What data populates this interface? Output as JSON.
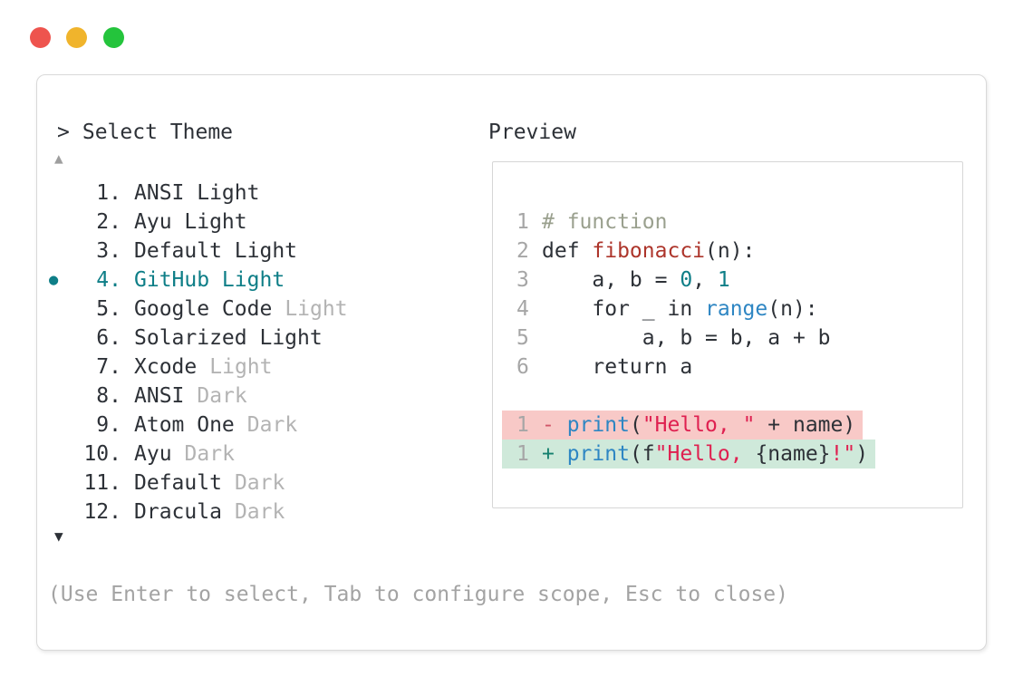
{
  "window": {
    "traffic_lights": [
      {
        "name": "close",
        "color": "#ee544e"
      },
      {
        "name": "minimize",
        "color": "#f0b42c"
      },
      {
        "name": "zoom",
        "color": "#24c43c"
      }
    ]
  },
  "header": {
    "prompt_symbol": ">",
    "title": "Select Theme",
    "preview_label": "Preview"
  },
  "theme_list": {
    "scroll_up_symbol": "▲",
    "scroll_down_symbol": "▼",
    "selected_number": 4,
    "selected_color": "#0e7e87",
    "items": [
      {
        "number": "1.",
        "name": "ANSI Light",
        "muted": ""
      },
      {
        "number": "2.",
        "name": "Ayu Light",
        "muted": ""
      },
      {
        "number": "3.",
        "name": "Default Light",
        "muted": ""
      },
      {
        "number": "4.",
        "name": "GitHub Light",
        "muted": "",
        "selected": true,
        "bullet": "●"
      },
      {
        "number": "5.",
        "name": "Google Code",
        "muted": "Light"
      },
      {
        "number": "6.",
        "name": "Solarized Light",
        "muted": ""
      },
      {
        "number": "7.",
        "name": "Xcode",
        "muted": "Light"
      },
      {
        "number": "8.",
        "name": "ANSI",
        "muted": "Dark"
      },
      {
        "number": "9.",
        "name": "Atom One",
        "muted": "Dark"
      },
      {
        "number": "10.",
        "name": "Ayu",
        "muted": "Dark"
      },
      {
        "number": "11.",
        "name": "Default",
        "muted": "Dark"
      },
      {
        "number": "12.",
        "name": "Dracula",
        "muted": "Dark"
      }
    ]
  },
  "preview": {
    "code_lines": [
      {
        "num": "1",
        "tokens": [
          {
            "text": "# function",
            "style": "comment"
          }
        ]
      },
      {
        "num": "2",
        "tokens": [
          {
            "text": "def ",
            "style": "fg"
          },
          {
            "text": "fibonacci",
            "style": "func"
          },
          {
            "text": "(n):",
            "style": "fg"
          }
        ]
      },
      {
        "num": "3",
        "tokens": [
          {
            "text": "    a, b = ",
            "style": "fg"
          },
          {
            "text": "0",
            "style": "number"
          },
          {
            "text": ", ",
            "style": "fg"
          },
          {
            "text": "1",
            "style": "number"
          }
        ]
      },
      {
        "num": "4",
        "tokens": [
          {
            "text": "    for _ in ",
            "style": "fg"
          },
          {
            "text": "range",
            "style": "builtin"
          },
          {
            "text": "(n):",
            "style": "fg"
          }
        ]
      },
      {
        "num": "5",
        "tokens": [
          {
            "text": "        a, b = b, a + b",
            "style": "fg"
          }
        ]
      },
      {
        "num": "6",
        "tokens": [
          {
            "text": "    return a",
            "style": "fg"
          }
        ]
      }
    ],
    "diff_lines": [
      {
        "num": "1",
        "type": "removed",
        "tokens": [
          {
            "text": "- ",
            "style": "minus"
          },
          {
            "text": "print",
            "style": "builtin"
          },
          {
            "text": "(",
            "style": "fg"
          },
          {
            "text": "\"Hello, \"",
            "style": "string"
          },
          {
            "text": " + name)",
            "style": "fg"
          }
        ]
      },
      {
        "num": "1",
        "type": "added",
        "tokens": [
          {
            "text": "+ ",
            "style": "plus"
          },
          {
            "text": "print",
            "style": "builtin"
          },
          {
            "text": "(f",
            "style": "fg"
          },
          {
            "text": "\"Hello, ",
            "style": "string"
          },
          {
            "text": "{name}",
            "style": "fg"
          },
          {
            "text": "!\"",
            "style": "string"
          },
          {
            "text": ")",
            "style": "fg"
          }
        ]
      }
    ],
    "diff_colors": {
      "removed_bg": "#f8c9c7",
      "added_bg": "#cfe9da"
    }
  },
  "help": {
    "text": "(Use Enter to select, Tab to configure scope, Esc to close)"
  },
  "syntax_colors": {
    "foreground": "#2d3137",
    "comment": "#9aa08e",
    "function": "#ad352b",
    "number": "#0e7e87",
    "builtin": "#2e86c3",
    "string": "#df2050",
    "line_number": "#a6a6a6",
    "minus": "#d15668",
    "plus": "#15806e"
  }
}
